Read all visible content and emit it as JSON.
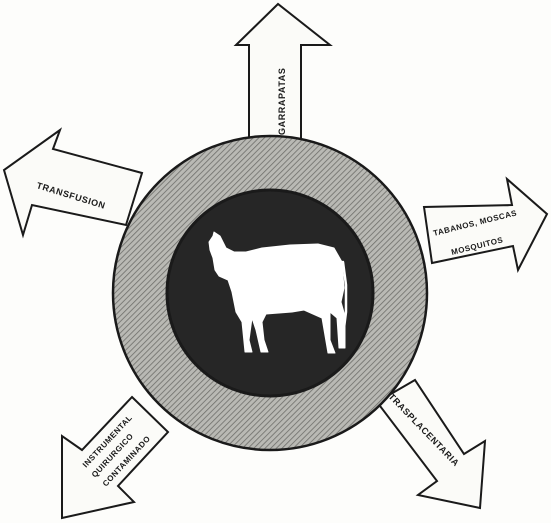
{
  "diagram": {
    "colors": {
      "ink": "#1a1a1a",
      "ring": "#8a8a86",
      "disc": "#262626",
      "silhouette": "#ffffff",
      "paper": "#fdfdfb"
    },
    "center": {
      "icon": "cow-silhouette-icon"
    },
    "arrows": {
      "garrapatas": "GARRAPATAS",
      "transfusion": "TRANSFUSION",
      "tabanos_line1": "TABANOS, MOSCAS",
      "tabanos_line2": "MOSQUITOS",
      "trasplacentaria": "TRASPLACENTARIA",
      "instrumental_line1": "INSTRUMENTAL",
      "instrumental_line2": "QUIRURGICO",
      "instrumental_line3": "CONTAMINADO"
    }
  }
}
